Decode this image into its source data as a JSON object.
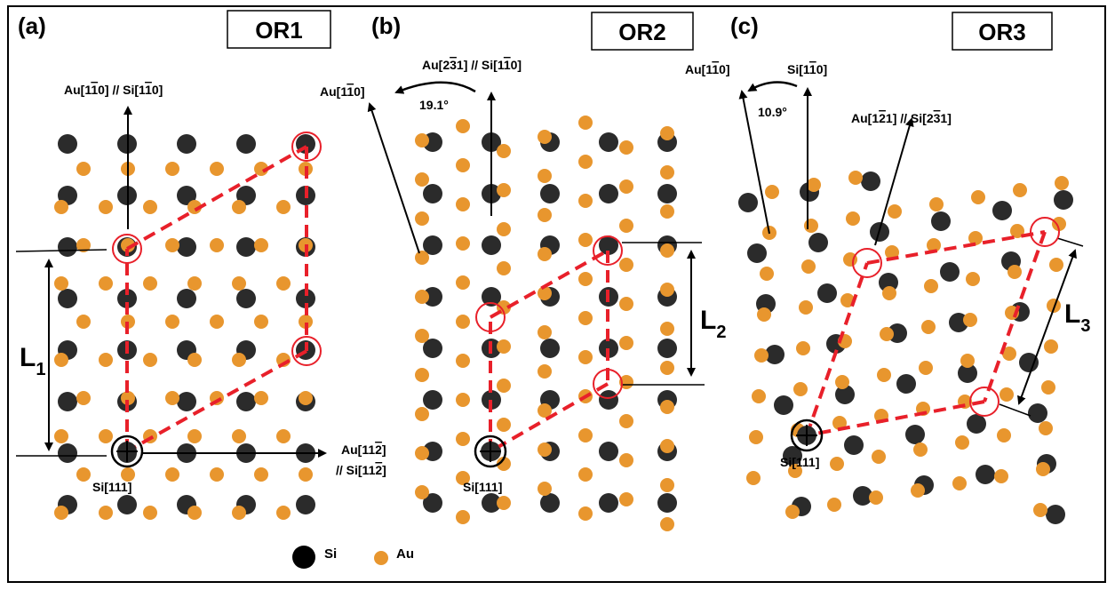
{
  "panels": [
    {
      "label": "(a)",
      "or_label": "OR1",
      "length_label": "L",
      "length_sub": "1"
    },
    {
      "label": "(b)",
      "or_label": "OR2",
      "length_label": "L",
      "length_sub": "2"
    },
    {
      "label": "(c)",
      "or_label": "OR3",
      "length_label": "L",
      "length_sub": "3"
    }
  ],
  "directions": {
    "a_vertical": {
      "au": "Au[1",
      "au_bar": "1",
      "au_end": "0] // Si[1",
      "si_bar": "1",
      "si_end": "0]"
    },
    "a_horizontal_line1": {
      "pre": "Au[11",
      "bar": "2",
      "post": "]"
    },
    "a_horizontal_line2": {
      "pre": "// Si[11",
      "bar": "2",
      "post": "]"
    },
    "b_vertical": {
      "pre": "Au[2",
      "bar1": "3",
      "mid": "1] // Si[1",
      "bar2": "1",
      "post": "0]"
    },
    "b_au": {
      "pre": "Au[1",
      "bar": "1",
      "post": "0]"
    },
    "c_au": {
      "pre": "Au[1",
      "bar": "1",
      "post": "0]"
    },
    "c_si": {
      "pre": "Si[1",
      "bar": "1",
      "post": "0]"
    },
    "c_diag": {
      "pre": "Au[1",
      "bar1": "2",
      "mid": "1] // Si[2",
      "bar2": "3",
      "post": "1]"
    },
    "zone_axis": "Si[111]"
  },
  "angles": {
    "b": "19.1°",
    "c": "10.9°"
  },
  "legend": {
    "si": "Si",
    "au": "Au"
  },
  "colors": {
    "si": "#2b2b2b",
    "au": "#e8962e",
    "dashed": "#e8202a",
    "circle": "#e8202a"
  }
}
